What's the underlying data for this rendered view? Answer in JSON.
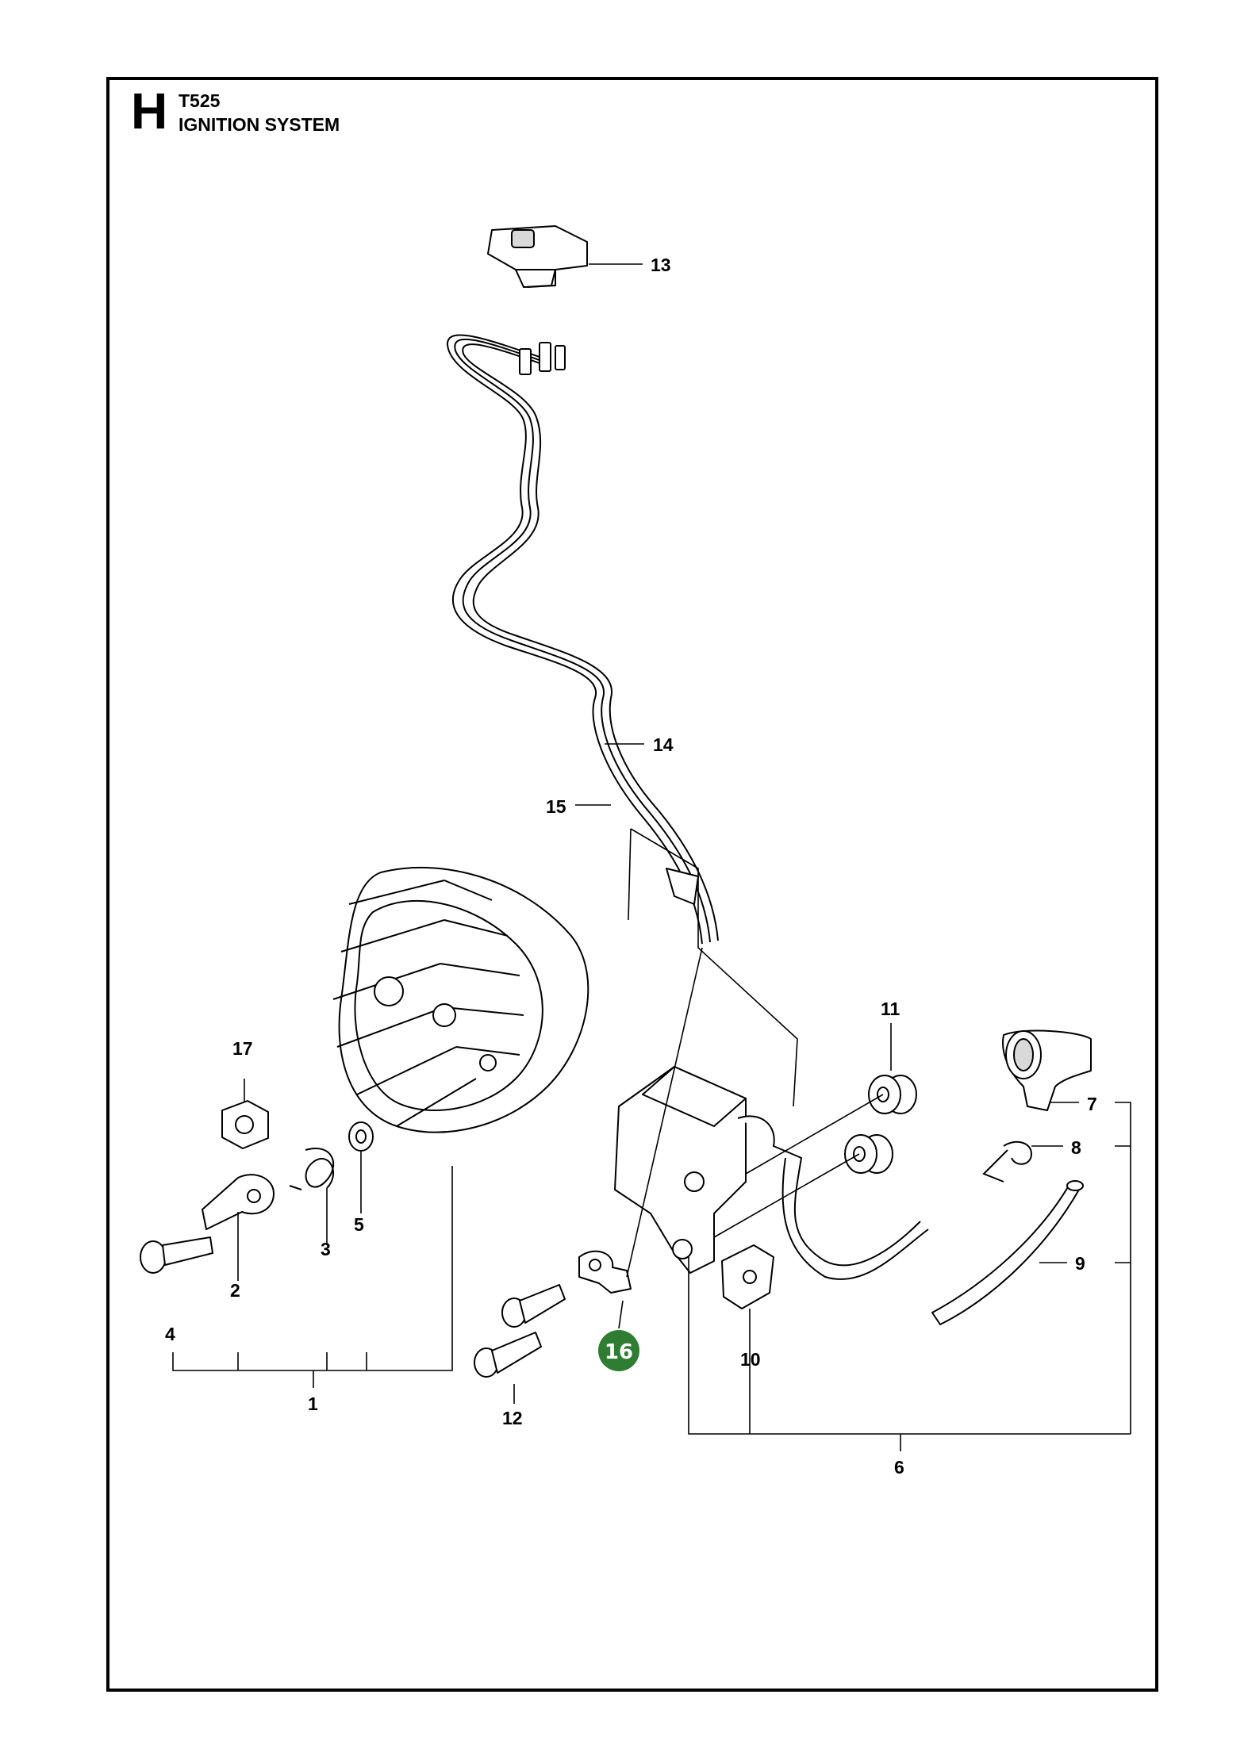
{
  "header": {
    "section_letter": "H",
    "model": "T525",
    "title": "IGNITION SYSTEM"
  },
  "callouts": {
    "c1": "1",
    "c2": "2",
    "c3": "3",
    "c4": "4",
    "c5": "5",
    "c6": "6",
    "c7": "7",
    "c8": "8",
    "c9": "9",
    "c10": "10",
    "c11": "11",
    "c12": "12",
    "c13": "13",
    "c14": "14",
    "c15": "15",
    "c17": "17"
  },
  "highlight": {
    "label": "16",
    "color": "#2e7d32"
  }
}
